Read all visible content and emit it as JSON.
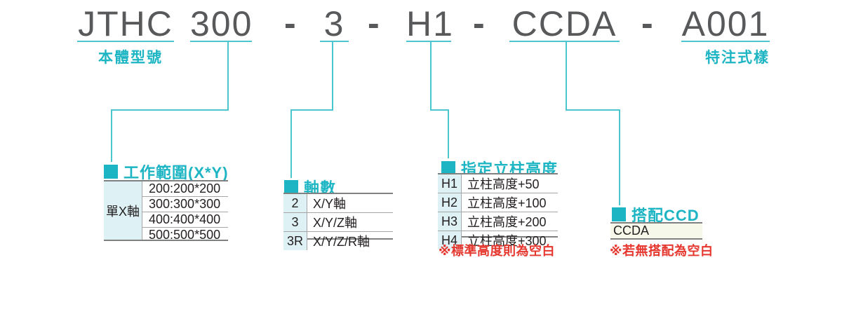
{
  "colors": {
    "accent_teal": "#1db5c3",
    "line_teal": "#4cc6ce",
    "title_gray": "#58595b",
    "note_red": "#e6372e",
    "cell_cyan": "#def1f4",
    "ccd_cream": "#f6f8e9"
  },
  "model_code": {
    "separator": "-",
    "segments": [
      {
        "text": "JTHC"
      },
      {
        "text": "300"
      },
      {
        "text": "3"
      },
      {
        "text": "H1"
      },
      {
        "text": "CCDA"
      },
      {
        "text": "A001"
      }
    ],
    "prefix_label": "本體型號",
    "suffix_label": "特注式樣"
  },
  "work_range": {
    "title": "工作範圍(X*Y)",
    "row_header": "單X軸",
    "values": [
      "200:200*200",
      "300:300*300",
      "400:400*400",
      "500:500*500"
    ]
  },
  "axes": {
    "title": "軸數",
    "rows": [
      {
        "code": "2",
        "desc": "X/Y軸"
      },
      {
        "code": "3",
        "desc": "X/Y/Z軸"
      },
      {
        "code": "3R",
        "desc": "X/Y/Z/R軸"
      }
    ]
  },
  "column_height": {
    "title": "指定立柱高度",
    "rows": [
      {
        "code": "H1",
        "desc": "立柱高度+50"
      },
      {
        "code": "H2",
        "desc": "立柱高度+100"
      },
      {
        "code": "H3",
        "desc": "立柱高度+200"
      },
      {
        "code": "H4",
        "desc": "立柱高度+300"
      }
    ],
    "note": "※標準高度則為空白"
  },
  "ccd": {
    "title": "搭配CCD",
    "value": "CCDA",
    "note": "※若無搭配為空白"
  }
}
